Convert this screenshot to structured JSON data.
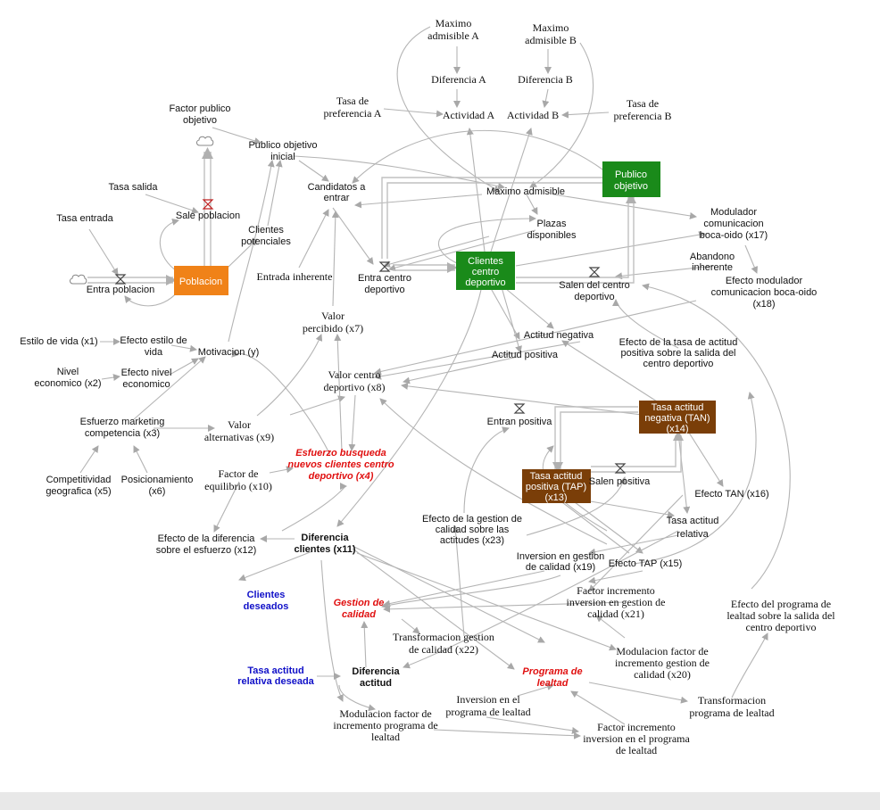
{
  "colors": {
    "stock_orange": "#f08218",
    "stock_green": "#1a8a1a",
    "stock_brown": "#7a3e08",
    "arrow_gray": "#b4b4b4",
    "red_label": "#e01010",
    "blue_label": "#1010c8"
  },
  "stocks": {
    "poblacion": "Poblacion",
    "publico": [
      "Publico",
      "objetivo"
    ],
    "clientes": [
      "Clientes",
      "centro",
      "deportivo"
    ],
    "tan": [
      "Tasa actitud",
      "negativa (TAN)",
      "(x14)"
    ],
    "tap": [
      "Tasa actitud",
      "positiva (TAP)",
      "(x13)"
    ]
  },
  "flows": {
    "sale_poblacion": "Sale poblacion",
    "entra_poblacion": "Entra poblacion",
    "entra_centro": [
      "Entra centro",
      "deportivo"
    ],
    "salen_centro": [
      "Salen del centro",
      "deportivo"
    ],
    "entran_positiva": "Entran positiva",
    "salen_positiva": "Salen positiva"
  },
  "variables": {
    "maximo_a": [
      "Maximo",
      "admisible A"
    ],
    "maximo_b": [
      "Maximo",
      "admisible B"
    ],
    "diferencia_a": "Diferencia A",
    "diferencia_b": "Diferencia B",
    "tasa_pref_a": [
      "Tasa de",
      "preferencia A"
    ],
    "tasa_pref_b": [
      "Tasa de",
      "preferencia B"
    ],
    "actividad_a": "Actividad A",
    "actividad_b": "Actividad B",
    "factor_publico": [
      "Factor publico",
      "objetivo"
    ],
    "publico_inicial": [
      "Publico objetivo",
      "inicial"
    ],
    "candidatos": [
      "Candidatos a",
      "entrar"
    ],
    "maximo_admisible": "Maximo admisible",
    "tasa_salida": "Tasa salida",
    "tasa_entrada": "Tasa entrada",
    "clientes_potenciales": [
      "Clientes",
      "potenciales"
    ],
    "plazas": [
      "Plazas",
      "disponibles"
    ],
    "modulador": [
      "Modulador",
      "comunicacion",
      "boca-oido (x17)"
    ],
    "abandono": [
      "Abandono",
      "inherente"
    ],
    "efecto_modulador": [
      "Efecto modulador",
      "comunicacion boca-oido",
      "(x18)"
    ],
    "entrada_inherente": "Entrada inherente",
    "valor_percibido": [
      "Valor",
      "percibido (x7)"
    ],
    "estilo_vida": "Estilo de vida (x1)",
    "efecto_estilo": [
      "Efecto estilo de",
      "vida"
    ],
    "motivacion": "Motivacion (y)",
    "nivel_economico": [
      "Nivel",
      "economico (x2)"
    ],
    "efecto_nivel": [
      "Efecto nivel",
      "economico"
    ],
    "actitud_negativa": "Actitud negativa",
    "actitud_positiva": "Actitud positiva",
    "efecto_tasa_actitud": [
      "Efecto de la tasa de actitud",
      "positiva sobre la salida del",
      "centro deportivo"
    ],
    "valor_centro": [
      "Valor centro",
      "deportivo (x8)"
    ],
    "esfuerzo_marketing": [
      "Esfuerzo marketing",
      "competencia (x3)"
    ],
    "valor_alternativas": [
      "Valor",
      "alternativas (x9)"
    ],
    "esfuerzo_busqueda": [
      "Esfuerzo busqueda",
      "nuevos clientes centro",
      "deportivo (x4)"
    ],
    "competitividad": [
      "Competitividad",
      "geografica (x5)"
    ],
    "posicionamiento": [
      "Posicionamiento",
      "(x6)"
    ],
    "factor_equilibrio": [
      "Factor de",
      "equilibrio (x10)"
    ],
    "efecto_tan": "Efecto TAN (x16)",
    "tasa_relativa": [
      "Tasa actitud",
      "relativa"
    ],
    "efecto_gestion": [
      "Efecto de la gestion de",
      "calidad sobre las",
      "actitudes (x23)"
    ],
    "efecto_diferencia": [
      "Efecto de la diferencia",
      "sobre el esfuerzo (x12)"
    ],
    "diferencia_clientes": [
      "Diferencia",
      "clientes (x11)"
    ],
    "inversion_gestion": [
      "Inversion en gestion",
      "de calidad (x19)"
    ],
    "efecto_tap": "Efecto TAP (x15)",
    "clientes_deseados": [
      "Clientes",
      "deseados"
    ],
    "gestion_calidad": [
      "Gestion de",
      "calidad"
    ],
    "factor_incremento_gestion": [
      "Factor incremento",
      "inversion en gestion de",
      "calidad (x21)"
    ],
    "efecto_programa": [
      "Efecto del programa de",
      "lealtad sobre la salida del",
      "centro deportivo"
    ],
    "transformacion_gestion": [
      "Transformacion gestion",
      "de calidad (x22)"
    ],
    "modulacion_gestion": [
      "Modulacion factor de",
      "incremento gestion de",
      "calidad (x20)"
    ],
    "tasa_relativa_deseada": [
      "Tasa actitud",
      "relativa deseada"
    ],
    "diferencia_actitud": [
      "Diferencia",
      "actitud"
    ],
    "programa_lealtad": [
      "Programa de",
      "lealtad"
    ],
    "inversion_programa": [
      "Inversion en el",
      "programa de lealtad"
    ],
    "transformacion_programa": [
      "Transformacion",
      "programa de lealtad"
    ],
    "modulacion_programa": [
      "Modulacion factor de",
      "incremento programa de",
      "lealtad"
    ],
    "factor_incremento_programa": [
      "Factor incremento",
      "inversion en el programa",
      "de lealtad"
    ]
  }
}
